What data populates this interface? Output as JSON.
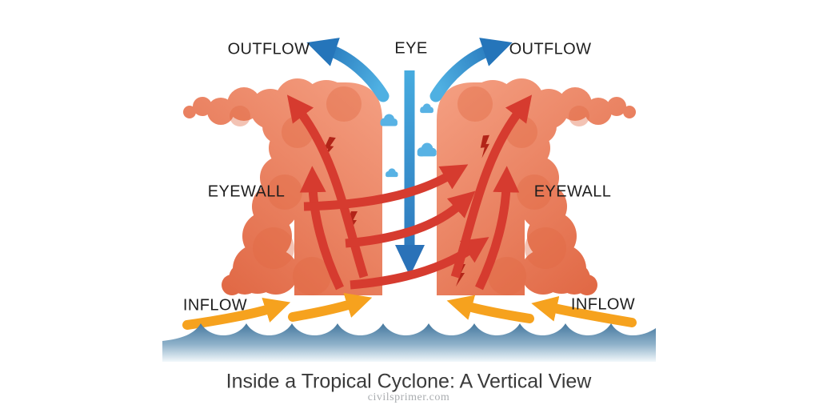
{
  "diagram": {
    "labels": {
      "outflow_left": "OUTFLOW",
      "eye": "EYE",
      "outflow_right": "OUTFLOW",
      "eyewall_left": "EYEWALL",
      "eyewall_right": "EYEWALL",
      "inflow_left": "INFLOW",
      "inflow_right": "INFLOW"
    },
    "caption": {
      "title": "Inside a Tropical Cyclone: A Vertical View",
      "watermark": "civilsprimer.com"
    },
    "icons": {
      "lightning_icon": "zigzag-bolt",
      "mini_cloud_icon": "cloud-puff"
    },
    "colors": {
      "background": "#ffffff",
      "cloud_light": "#f59e81",
      "cloud_dark": "#df6440",
      "cloud_accent": "#e06a43",
      "red_arrow": "#d63b2f",
      "lightning_red": "#b22418",
      "outflow_blue_light": "#4fb0e2",
      "outflow_blue_dark": "#2575ba",
      "eye_arrow_top": "#46abdf",
      "eye_arrow_bottom": "#2a72b8",
      "mini_cloud_blue": "#58b2e4",
      "inflow_orange": "#f6a21e",
      "water_top": "#45789f",
      "water_bottom": "#f2f8fb",
      "label_text": "#1e1e1e",
      "title_text": "#3a3a3a",
      "watermark_text": "#aaadb0"
    }
  }
}
